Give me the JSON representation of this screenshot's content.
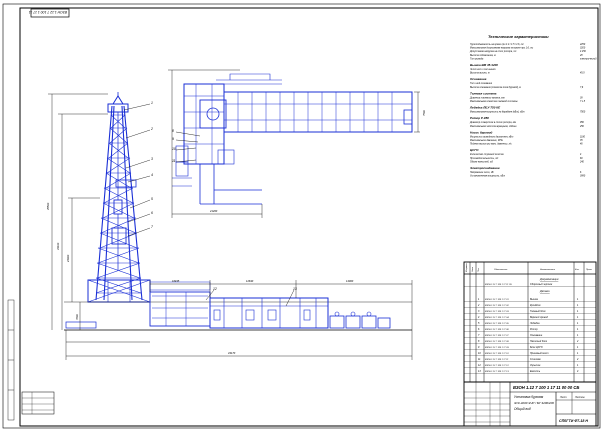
{
  "stamp": {
    "top_left": "ВЗОН 1.12 7 100 1 17 11"
  },
  "callouts": [
    "1",
    "2",
    "3",
    "4",
    "5",
    "6",
    "7",
    "8",
    "9",
    "10",
    "11",
    "12",
    "13"
  ],
  "dimensions": {
    "total_length": "43170",
    "height_overall": "45500",
    "height_mid": "43100",
    "height_lower": "24000",
    "base_height": "7600",
    "plan_width": "21260",
    "plan_height": "7500",
    "section_a": "16435",
    "section_b": "12630",
    "section_c": "14000"
  },
  "specs": {
    "title": "Технические характеристики",
    "groups": [
      {
        "heading": "",
        "lines": [
          {
            "label": "Грузоподъемность на крюке при 1:4 / 1:5 / 1:6, тс",
            "value": "2250"
          },
          {
            "label": "Максимальная допускаемая нагрузка на крюке при 1:6, тс",
            "value": "3200"
          },
          {
            "label": "Допустимая нагрузка на стол ротора, тс",
            "value": "4 250"
          },
          {
            "label": "Высота подсвечника, м",
            "value": "28"
          },
          {
            "label": "Тип привода",
            "value": "электрический"
          }
        ]
      },
      {
        "heading": "Вышка ВМ 45-3200",
        "lines": [
          {
            "label": "Число ног и тип вышки",
            "value": ""
          },
          {
            "label": "Высота вышки, м",
            "value": "45,5"
          }
        ]
      },
      {
        "heading": "Основание",
        "lines": [
          {
            "label": "Тип и вид основания",
            "value": ""
          },
          {
            "label": "Высота основания (отметка пола буровой), м",
            "value": "7,6"
          }
        ]
      },
      {
        "heading": "Талевая система",
        "lines": [
          {
            "label": "Диаметр талевого каната, мм",
            "value": "38"
          },
          {
            "label": "Максимальная оснастка талевой системы",
            "value": "7 x 8"
          }
        ]
      },
      {
        "heading": "Лебедка ЛБУ-750 КЕ",
        "lines": [
          {
            "label": "Максимальная мощность на барабане (кВт), кВт",
            "value": "7500"
          }
        ]
      },
      {
        "heading": "Ротор Р-950",
        "lines": [
          {
            "label": "Диаметр отверстия в столе ротора, мм",
            "value": "950"
          },
          {
            "label": "Максимальная частота вращения, об/мин",
            "value": "250"
          }
        ]
      },
      {
        "heading": "Насос буровой",
        "lines": [
          {
            "label": "Мощность приводного двигателя, кВт",
            "value": "1180"
          },
          {
            "label": "Максимальное давление, МПа",
            "value": "35"
          },
          {
            "label": "Подача насоса при макс. давлении, л/с",
            "value": "46"
          }
        ]
      },
      {
        "heading": "ЦСГО",
        "lines": [
          {
            "label": "Количество ступеней очистки",
            "value": "4"
          },
          {
            "label": "Производительность, л/с",
            "value": "60"
          },
          {
            "label": "Объем емкостей, м3",
            "value": "240"
          }
        ]
      },
      {
        "heading": "Электроснабжение",
        "lines": [
          {
            "label": "Напряжение сети, кВ",
            "value": "6"
          },
          {
            "label": "Установленная мощность, кВт",
            "value": "3890"
          }
        ]
      }
    ]
  },
  "table": {
    "headers": [
      "Формат",
      "Зона",
      "Поз.",
      "Обозначение",
      "Наименование",
      "Кол.",
      "Прим."
    ],
    "section_doc": "Документация",
    "section_parts": "Детали",
    "rows": [
      {
        "pos": "",
        "designation": "ВЗОН 1.12 7 100 1 17 11 СБ",
        "name": "Сборочный чертеж",
        "qty": ""
      },
      {
        "pos": "1",
        "designation": "ВЗОН 1.12 7 100 1 17 01",
        "name": "Вышка",
        "qty": "1"
      },
      {
        "pos": "2",
        "designation": "ВЗОН 1.12 7 100 1 17 02",
        "name": "Кронблок",
        "qty": "1"
      },
      {
        "pos": "3",
        "designation": "ВЗОН 1.12 7 100 1 17 03",
        "name": "Талевый блок",
        "qty": "1"
      },
      {
        "pos": "4",
        "designation": "ВЗОН 1.12 7 100 1 17 04",
        "name": "Верхний привод",
        "qty": "1"
      },
      {
        "pos": "5",
        "designation": "ВЗОН 1.12 7 100 1 17 05",
        "name": "Лебедка",
        "qty": "1"
      },
      {
        "pos": "6",
        "designation": "ВЗОН 1.12 7 100 1 17 06",
        "name": "Ротор",
        "qty": "1"
      },
      {
        "pos": "7",
        "designation": "ВЗОН 1.12 7 100 1 17 07",
        "name": "Основание",
        "qty": "1"
      },
      {
        "pos": "8",
        "designation": "ВЗОН 1.12 7 100 1 17 08",
        "name": "Насосный блок",
        "qty": "2"
      },
      {
        "pos": "9",
        "designation": "ВЗОН 1.12 7 100 1 17 09",
        "name": "Блок ЦСГО",
        "qty": "1"
      },
      {
        "pos": "10",
        "designation": "ВЗОН 1.12 7 100 1 17 10",
        "name": "Приемный мост",
        "qty": "1"
      },
      {
        "pos": "11",
        "designation": "ВЗОН 1.12 7 100 1 17 11",
        "name": "Стеллаж",
        "qty": "2"
      },
      {
        "pos": "12",
        "designation": "ВЗОН 1.12 7 100 1 17 12",
        "name": "Укрытие",
        "qty": "1"
      },
      {
        "pos": "13",
        "designation": "ВЗОН 1.12 7 100 1 17 13",
        "name": "Емкость",
        "qty": "4"
      }
    ],
    "title_block": {
      "code": "ВЗОН 1.12 7 100 1 17 11 00 00 СБ",
      "name_line1": "Установка буровая",
      "name_line2": "ЭУК-3200 ЭЧР / БУ 3200/200",
      "name_line3": "Общий вид",
      "sheet": "Лист",
      "sheets": "Листов",
      "org": "СПбГТИ ФТ-18 Н"
    }
  }
}
